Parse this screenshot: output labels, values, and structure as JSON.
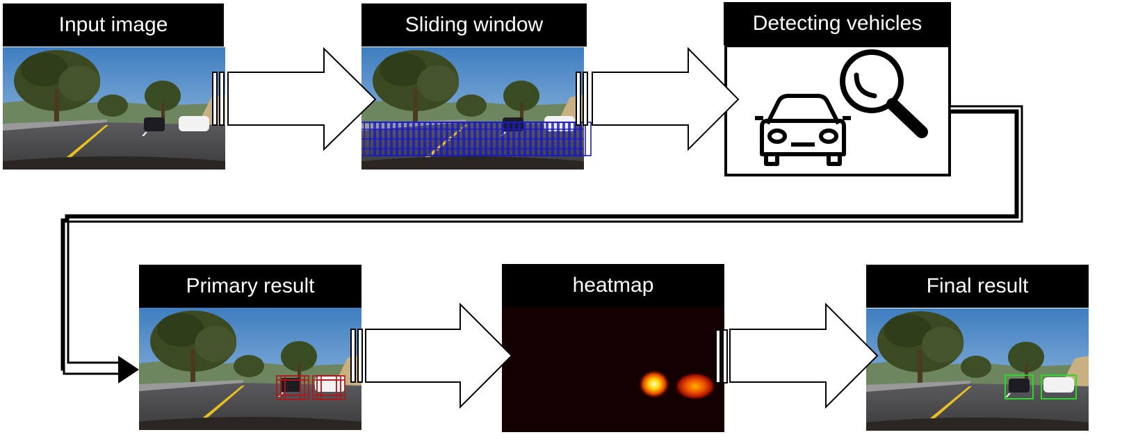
{
  "stages": {
    "input": {
      "title": "Input image"
    },
    "sliding": {
      "title": "Sliding window"
    },
    "detecting": {
      "title": "Detecting vehicles",
      "icons": [
        "car-icon",
        "magnifier-icon"
      ]
    },
    "primary": {
      "title": "Primary result"
    },
    "heatmap": {
      "title": "heatmap"
    },
    "final": {
      "title": "Final result"
    }
  },
  "colors": {
    "label_bg": "#000000",
    "label_text": "#ffffff",
    "sliding_window": "#1a1acc",
    "primary_boxes": "#b01818",
    "final_boxes": "#22dd22",
    "heatmap_bg": "#140000"
  }
}
